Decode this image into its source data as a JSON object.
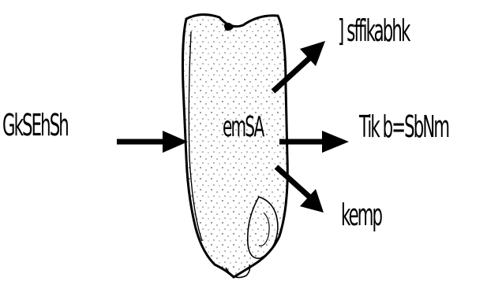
{
  "diagram": {
    "labels": {
      "left": "GkSEhSh",
      "center": "emSA",
      "top_right": "] sffikabhk",
      "right": "Tik b=SbNm",
      "bottom_right": "kemp"
    },
    "colors": {
      "stroke": "#000000",
      "background": "#ffffff"
    }
  }
}
